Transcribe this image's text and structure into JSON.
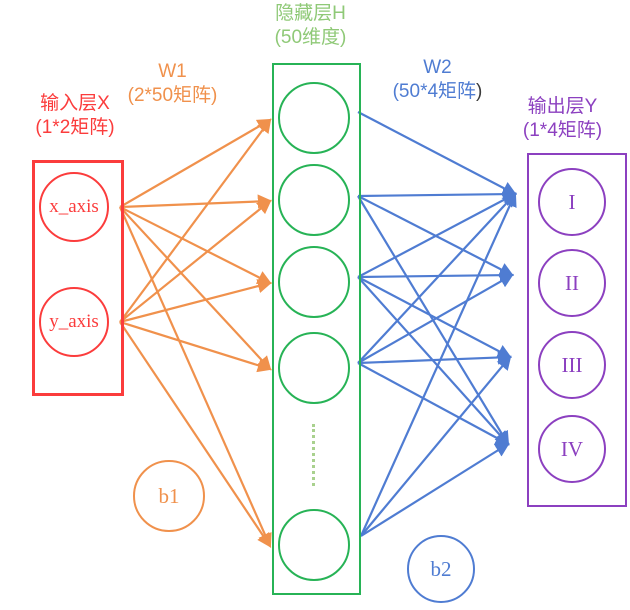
{
  "colors": {
    "red": "#fb3c3c",
    "orange": "#f0914c",
    "green": "#27b356",
    "green_light": "#8fc977",
    "green_dotted": "#a9d18e",
    "blue": "#4f7cd2",
    "purple": "#8c40c0",
    "dark": "#3b3b3b"
  },
  "layers": {
    "input": {
      "title": "输入层X",
      "subtitle": "(1*2矩阵)",
      "nodes": [
        "x_axis",
        "y_axis"
      ]
    },
    "hidden": {
      "title": "隐藏层H",
      "subtitle": "(50维度)",
      "visible_node_count": 5,
      "has_ellipsis": true
    },
    "output": {
      "title": "输出层Y",
      "subtitle": "(1*4矩阵)",
      "nodes": [
        "I",
        "II",
        "III",
        "IV"
      ]
    }
  },
  "weights": {
    "w1": {
      "title": "W1",
      "subtitle": "(2*50矩阵)"
    },
    "w2": {
      "title": "W2",
      "subtitle_main": "(50*4矩阵",
      "subtitle_paren": ")"
    }
  },
  "biases": {
    "b1": "b1",
    "b2": "b2"
  },
  "edges": {
    "input_to_hidden": [
      [
        0,
        0
      ],
      [
        0,
        1
      ],
      [
        0,
        2
      ],
      [
        0,
        3
      ],
      [
        0,
        4
      ],
      [
        1,
        0
      ],
      [
        1,
        1
      ],
      [
        1,
        2
      ],
      [
        1,
        3
      ],
      [
        1,
        4
      ]
    ],
    "hidden_to_output": [
      [
        0,
        0
      ],
      [
        1,
        0
      ],
      [
        1,
        1
      ],
      [
        1,
        3
      ],
      [
        2,
        0
      ],
      [
        2,
        1
      ],
      [
        2,
        2
      ],
      [
        2,
        3
      ],
      [
        3,
        0
      ],
      [
        3,
        1
      ],
      [
        3,
        2
      ],
      [
        3,
        3
      ],
      [
        4,
        0
      ],
      [
        4,
        2
      ],
      [
        4,
        3
      ]
    ]
  }
}
